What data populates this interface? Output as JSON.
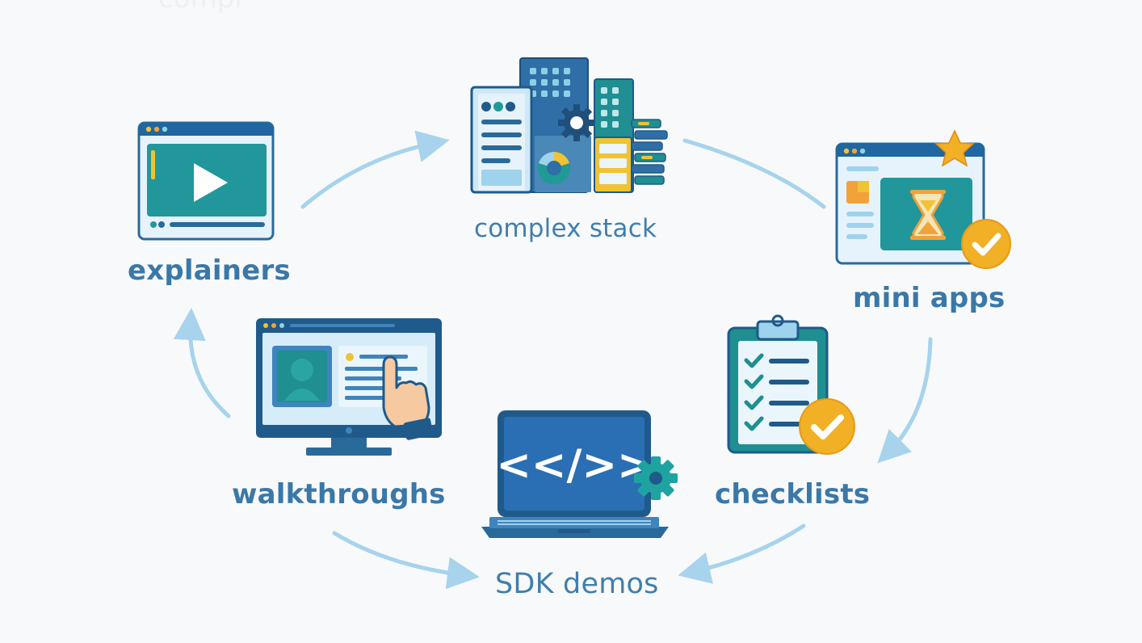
{
  "nodes": {
    "complex_stack": {
      "label": "complex stack"
    },
    "mini_apps": {
      "label": "mini apps"
    },
    "checklists": {
      "label": "checklists"
    },
    "sdk_demos": {
      "label": "SDK demos"
    },
    "walkthroughs": {
      "label": "walkthroughs"
    },
    "explainers": {
      "label": "explainers"
    }
  },
  "code_icon_text": "<</>>",
  "faded_header_text": "compl",
  "colors": {
    "arrow": "#a7d3ec",
    "label": "#3f7fad",
    "navy": "#1f5a8a",
    "teal": "#1f9a96",
    "accent_yellow": "#f1c232",
    "panel": "#e3f1fb"
  }
}
